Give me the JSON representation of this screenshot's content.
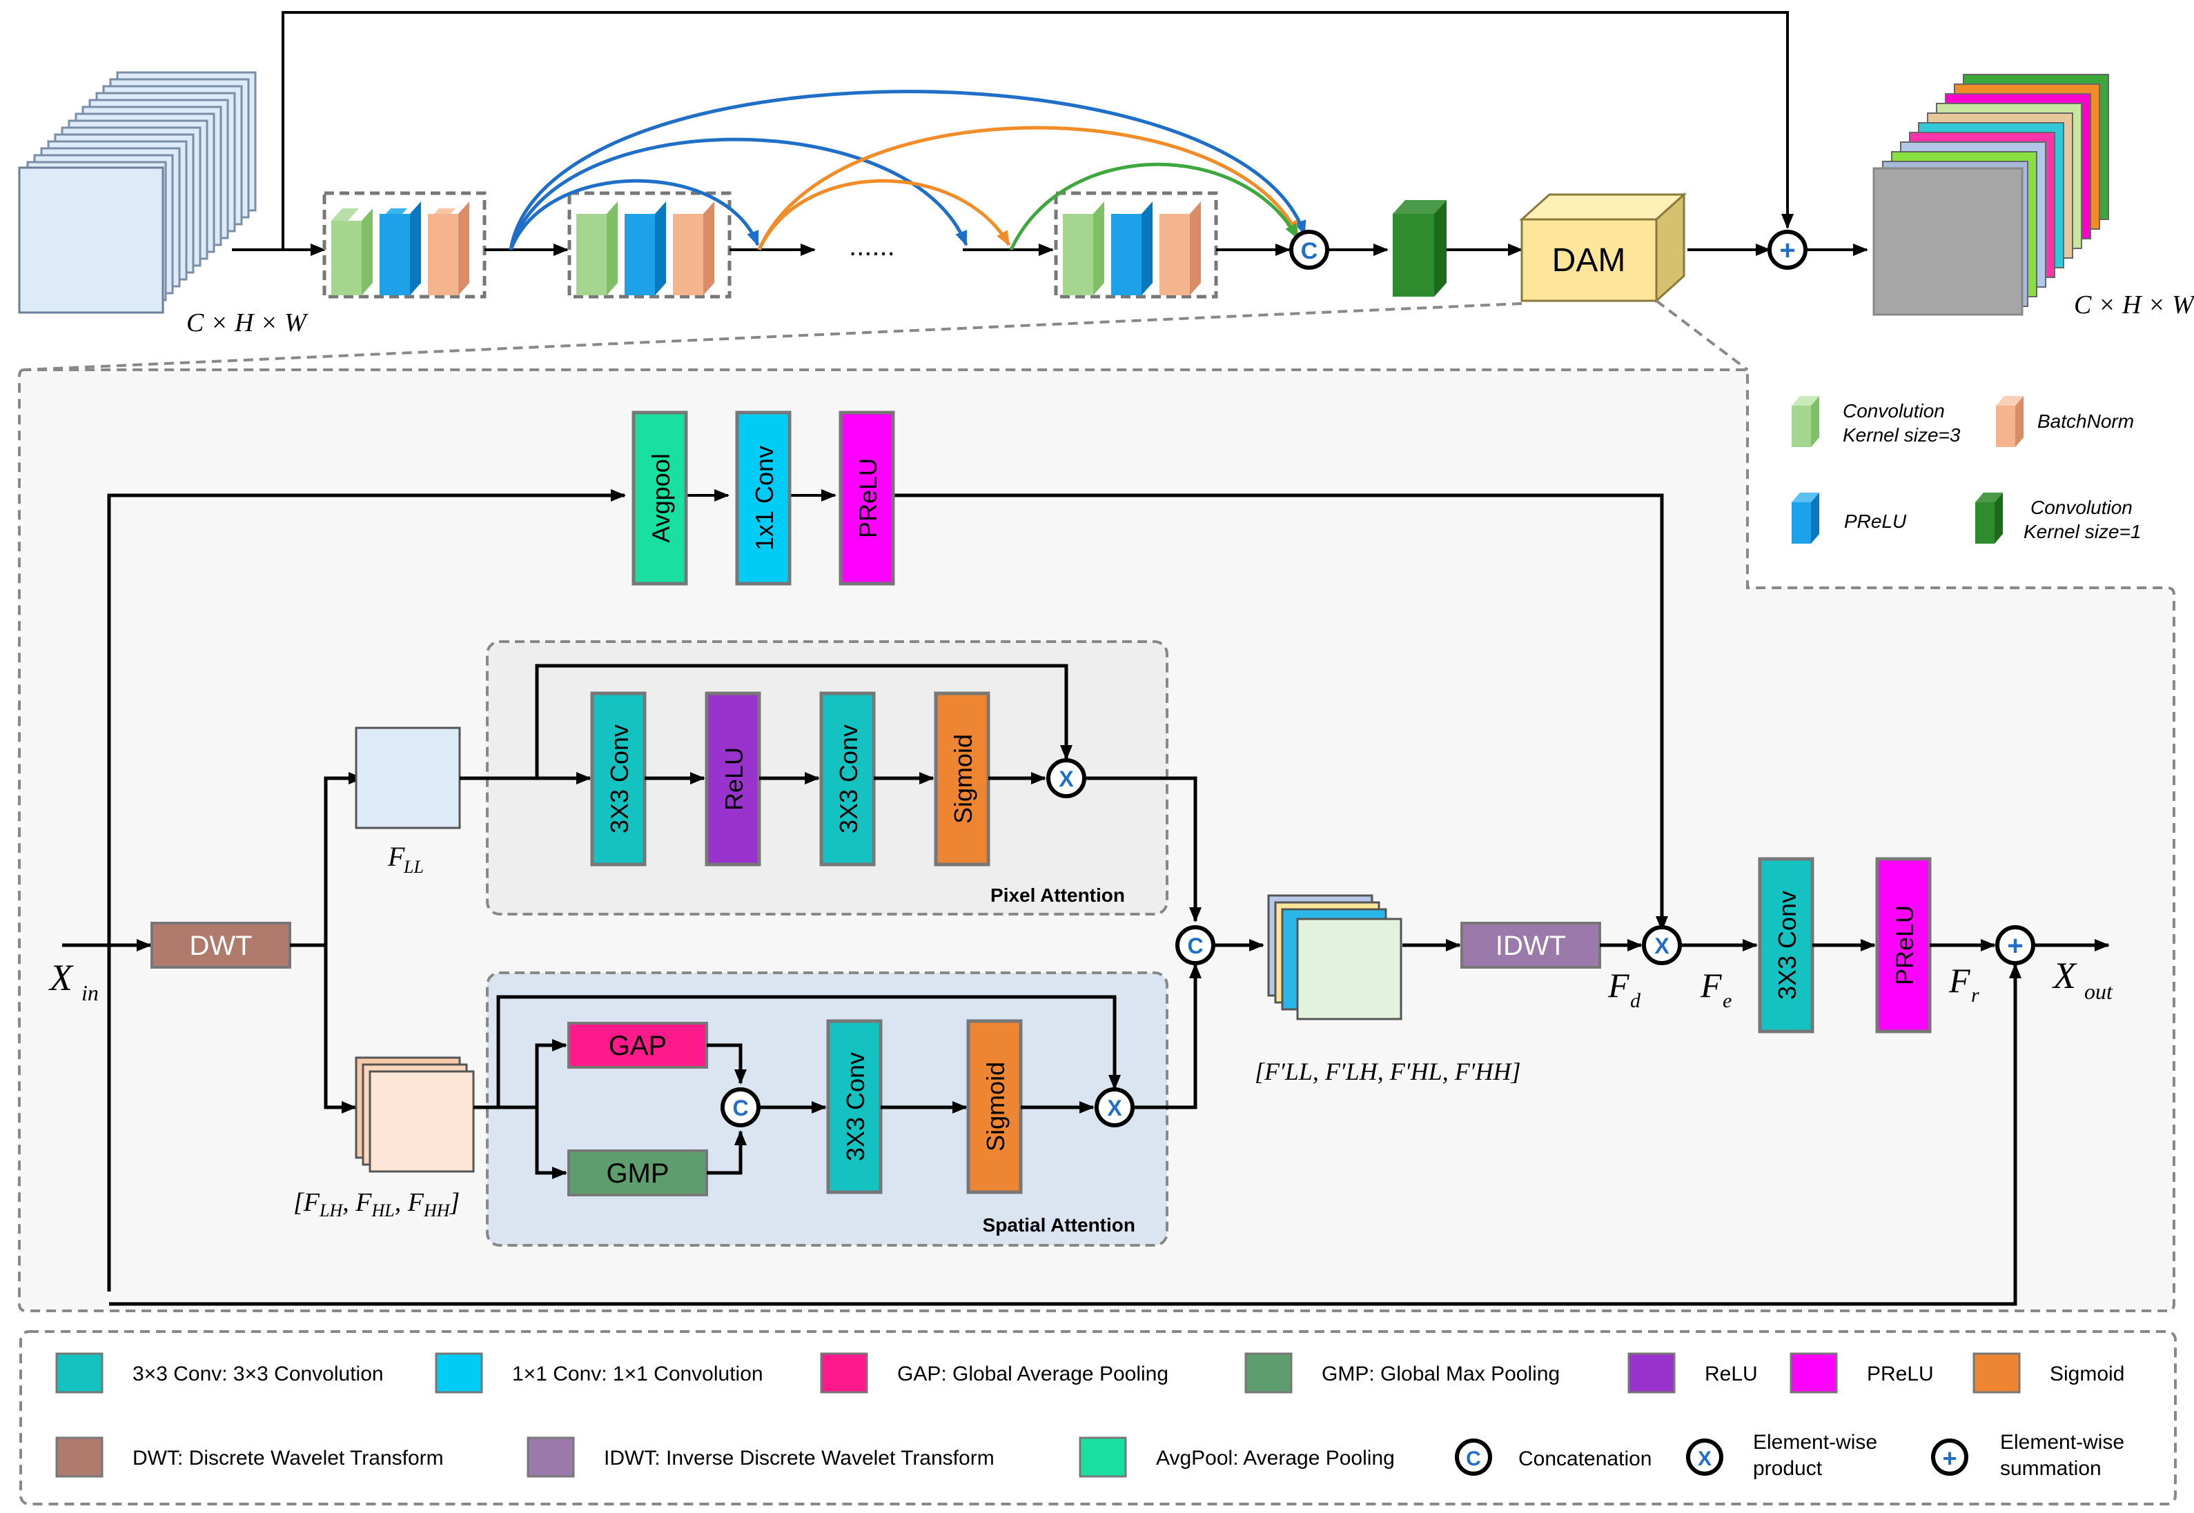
{
  "top": {
    "input_dims": "C × H × W",
    "output_dims": "C × H × W",
    "ellipsis": "......",
    "dam_label": "DAM"
  },
  "legend_top": {
    "conv3_line1": "Convolution",
    "conv3_line2": "Kernel size=3",
    "batchnorm": "BatchNorm",
    "prelu": "PReLU",
    "conv1_line1": "Convolution",
    "conv1_line2": "Kernel size=1"
  },
  "dam": {
    "avgpool": "Avgpool",
    "conv1x1": "1x1 Conv",
    "prelu_top": "PReLU",
    "dwt": "DWT",
    "idwt": "IDWT",
    "pa_conv1": "3X3 Conv",
    "pa_relu": "ReLU",
    "pa_conv2": "3X3 Conv",
    "pa_sigmoid": "Sigmoid",
    "pa_title": "Pixel Attention",
    "sa_gap": "GAP",
    "sa_gmp": "GMP",
    "sa_conv": "3X3 Conv",
    "sa_sigmoid": "Sigmoid",
    "sa_title": "Spatial Attention",
    "out_conv": "3X3 Conv",
    "out_prelu": "PReLU",
    "label_xin": "X",
    "label_xin_sub": "in",
    "label_xout": "X",
    "label_xout_sub": "out",
    "label_fll": "F",
    "label_fll_sub": "LL",
    "label_high": "[F",
    "label_fd": "F",
    "label_fd_sub": "d",
    "label_fe": "F",
    "label_fe_sub": "e",
    "label_fr": "F",
    "label_fr_sub": "r",
    "label_concat_out": "[F′LL, F′LH, F′HL, F′HH]",
    "sym_c": "C",
    "sym_x": "X",
    "sym_plus": "+"
  },
  "legend_bottom": {
    "items_row1": [
      {
        "text": "3×3 Conv:  3×3 Convolution",
        "color": "#14c2c2"
      },
      {
        "text": "1×1 Conv:  1×1 Convolution",
        "color": "#00ccf5"
      },
      {
        "text": "GAP:  Global Average Pooling",
        "color": "#ff1a8c"
      },
      {
        "text": "GMP:  Global Max Pooling",
        "color": "#5e9e6e"
      },
      {
        "text": "ReLU",
        "color": "#9a32cd"
      },
      {
        "text": "PReLU",
        "color": "#ff00ff"
      },
      {
        "text": "Sigmoid",
        "color": "#ee8533"
      }
    ],
    "items_row2": [
      {
        "text": "DWT:  Discrete Wavelet Transform",
        "color": "#b07a6c"
      },
      {
        "text": "IDWT:  Inverse Discrete Wavelet Transform",
        "color": "#9b7aab"
      },
      {
        "text": "AvgPool:  Average Pooling",
        "color": "#19e0a0"
      }
    ],
    "concatenation": "Concatenation",
    "product_l1": "Element-wise",
    "product_l2": "product",
    "sum_l1": "Element-wise",
    "sum_l2": "summation"
  }
}
